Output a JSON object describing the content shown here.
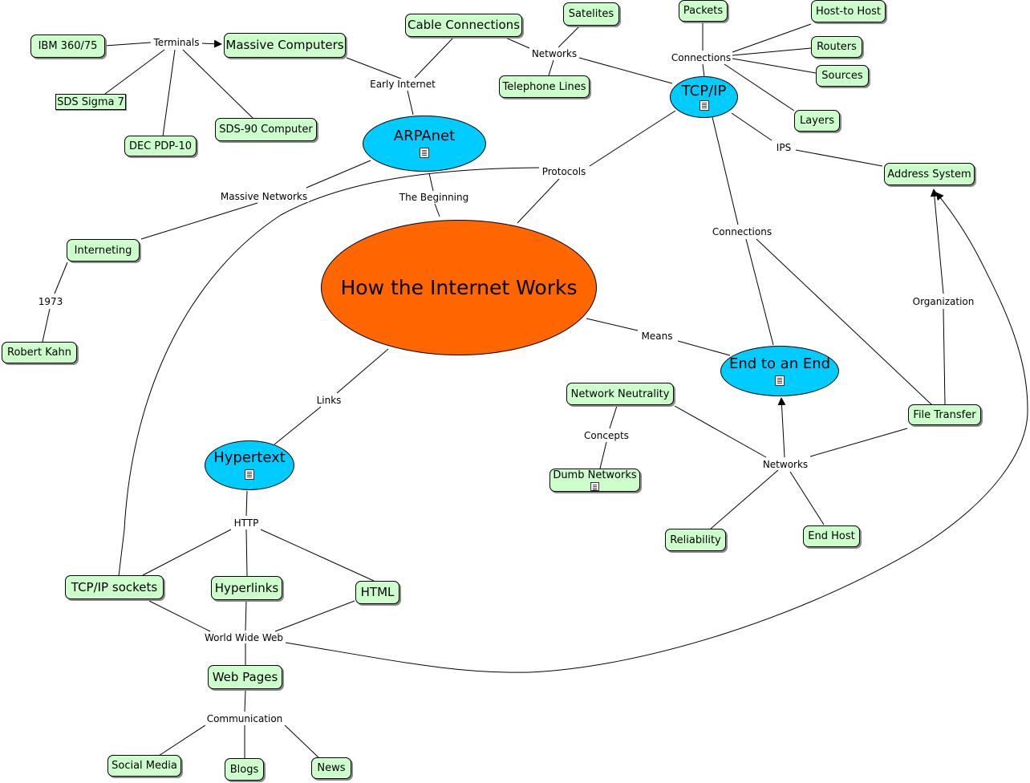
{
  "main_topic": "How the Internet Works",
  "topics": {
    "arpanet": "ARPAnet",
    "tcpip": "TCP/IP",
    "end_to_end": "End to an End",
    "hypertext": "Hypertext"
  },
  "concepts": {
    "ibm": "IBM 360/75",
    "sds_sigma": "SDS Sigma 7",
    "dec": "DEC PDP-10",
    "sds90": "SDS-90 Computer",
    "massive_computers": "Massive Computers",
    "cable_connections": "Cable Connections",
    "satelites": "Satelites",
    "telephone_lines": "Telephone Lines",
    "packets": "Packets",
    "host_to_host": "Host-to Host",
    "routers": "Routers",
    "sources": "Sources",
    "layers": "Layers",
    "address_system": "Address System",
    "interneting": "Interneting",
    "robert_kahn": "Robert Kahn",
    "network_neutrality": "Network Neutrality",
    "dumb_networks": "Dumb Networks",
    "file_transfer": "File Transfer",
    "reliability": "Reliability",
    "end_host": "End Host",
    "tcpip_sockets": "TCP/IP sockets",
    "hyperlinks": "Hyperlinks",
    "html": "HTML",
    "web_pages": "Web Pages",
    "social_media": "Social Media",
    "blogs": "Blogs",
    "news": "News"
  },
  "links": {
    "terminals": "Terminals",
    "early_internet": "Early Internet",
    "networks_top": "Networks",
    "connections_top": "Connections",
    "ips": "IPS",
    "protocols": "Protocols",
    "massive_networks": "Massive Networks",
    "the_beginning": "The Beginning",
    "year_1973": "1973",
    "connections_mid": "Connections",
    "organization": "Organization",
    "means": "Means",
    "concepts": "Concepts",
    "networks_bottom": "Networks",
    "links": "Links",
    "http": "HTTP",
    "world_wide_web": "World Wide Web",
    "communication": "Communication"
  },
  "colors": {
    "concept_fill": "#ccffcc",
    "topic_fill": "#00ccff",
    "main_fill": "#ff6600",
    "line": "#000000"
  }
}
